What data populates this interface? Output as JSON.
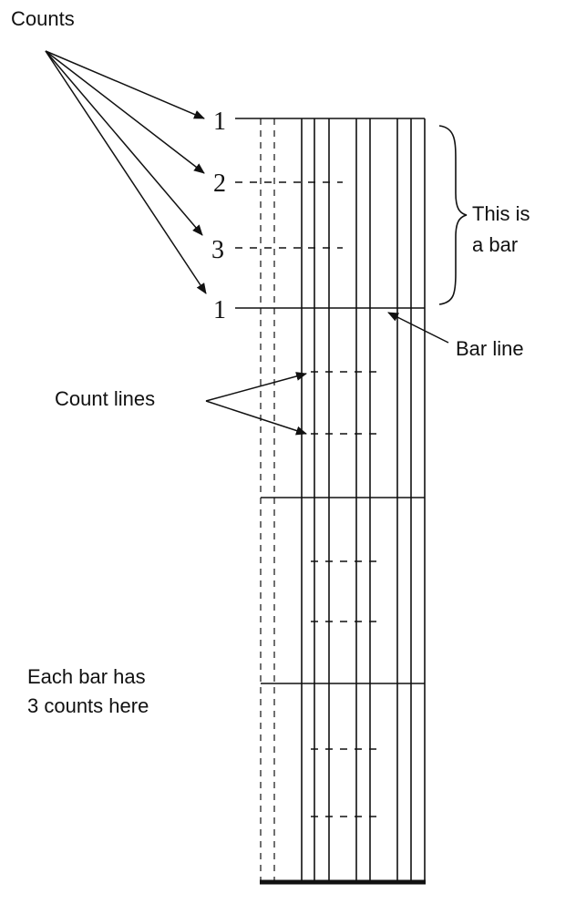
{
  "labels": {
    "counts": "Counts",
    "this_is": "This is",
    "a_bar": "a bar",
    "bar_line": "Bar line",
    "count_lines": "Count lines",
    "each_bar_has": "Each bar has",
    "three_counts_here": "3 counts here"
  },
  "count_numbers": [
    "1",
    "2",
    "3",
    "1"
  ]
}
